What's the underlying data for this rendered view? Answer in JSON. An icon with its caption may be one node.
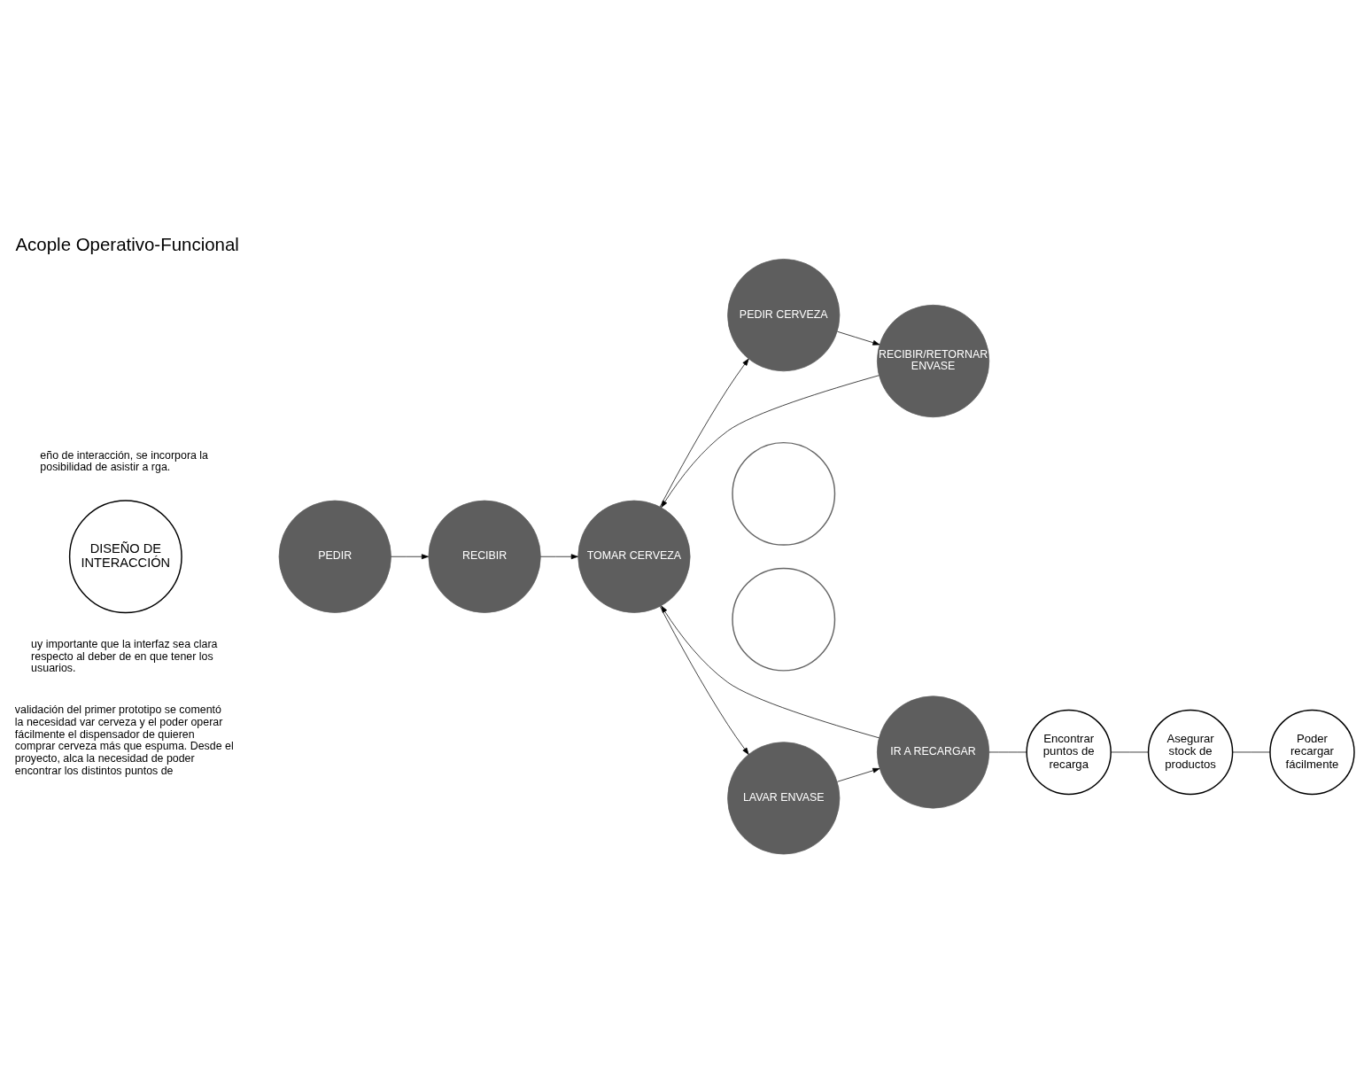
{
  "diagram": {
    "title": "Acople Operativo-Funcional",
    "nodes": [
      {
        "text": [
          "DISEÑO DE INTERACCIÓN"
        ]
      },
      {
        "text": [
          "PEDIR"
        ]
      },
      {
        "text": [
          "RECIBIR"
        ]
      },
      {
        "text": [
          "TOMAR CERVEZA"
        ]
      },
      {
        "text": [
          "RECIBIR/RETORNAR ENVASE"
        ]
      },
      {
        "text": [
          "PEDIR CERVEZA"
        ]
      },
      {
        "text": [
          "IR A RECARGAR"
        ]
      },
      {
        "text": [
          "LAVAR ENVASE"
        ]
      },
      {
        "text": [
          "Encontrar puntos de recarga"
        ]
      },
      {
        "text": [
          "Asegurar stock de productos"
        ]
      },
      {
        "text": [
          "Poder recargar fácilmente"
        ]
      },
      {
        "text": [],
        "shape": "circle"
      },
      {
        "text": [],
        "shape": "circle"
      }
    ],
    "edges": [
      {
        "from": 1,
        "to": 2,
        "arrow": "to"
      },
      {
        "from": 2,
        "to": 3,
        "arrow": "to"
      },
      {
        "from": 3,
        "to": 5,
        "arrow": "to"
      },
      {
        "from": 5,
        "to": 4,
        "arrow": "to"
      },
      {
        "from": 4,
        "to": 3,
        "arrow": "to"
      },
      {
        "from": 3,
        "to": 7,
        "arrow": "to"
      },
      {
        "from": 7,
        "to": 6,
        "arrow": "to"
      },
      {
        "from": 6,
        "to": 3,
        "arrow": "to"
      },
      {
        "from": 6,
        "to": 8,
        "arrow": "none"
      },
      {
        "from": 8,
        "to": 9,
        "arrow": "none"
      },
      {
        "from": 9,
        "to": 10,
        "arrow": "none"
      }
    ],
    "labels": [
      "eño de interacción, se incorpora la posibilidad de asistir a rga.",
      "uy importante que la interfaz sea clara respecto al deber de en que tener los usuarios.",
      "validación del primer prototipo se comentó la necesidad var cerveza y el poder operar fácilmente el dispensador de quieren comprar cerveza más que espuma. Desde el proyecto, alca la necesidad de poder encontrar los distintos puntos de"
    ]
  }
}
